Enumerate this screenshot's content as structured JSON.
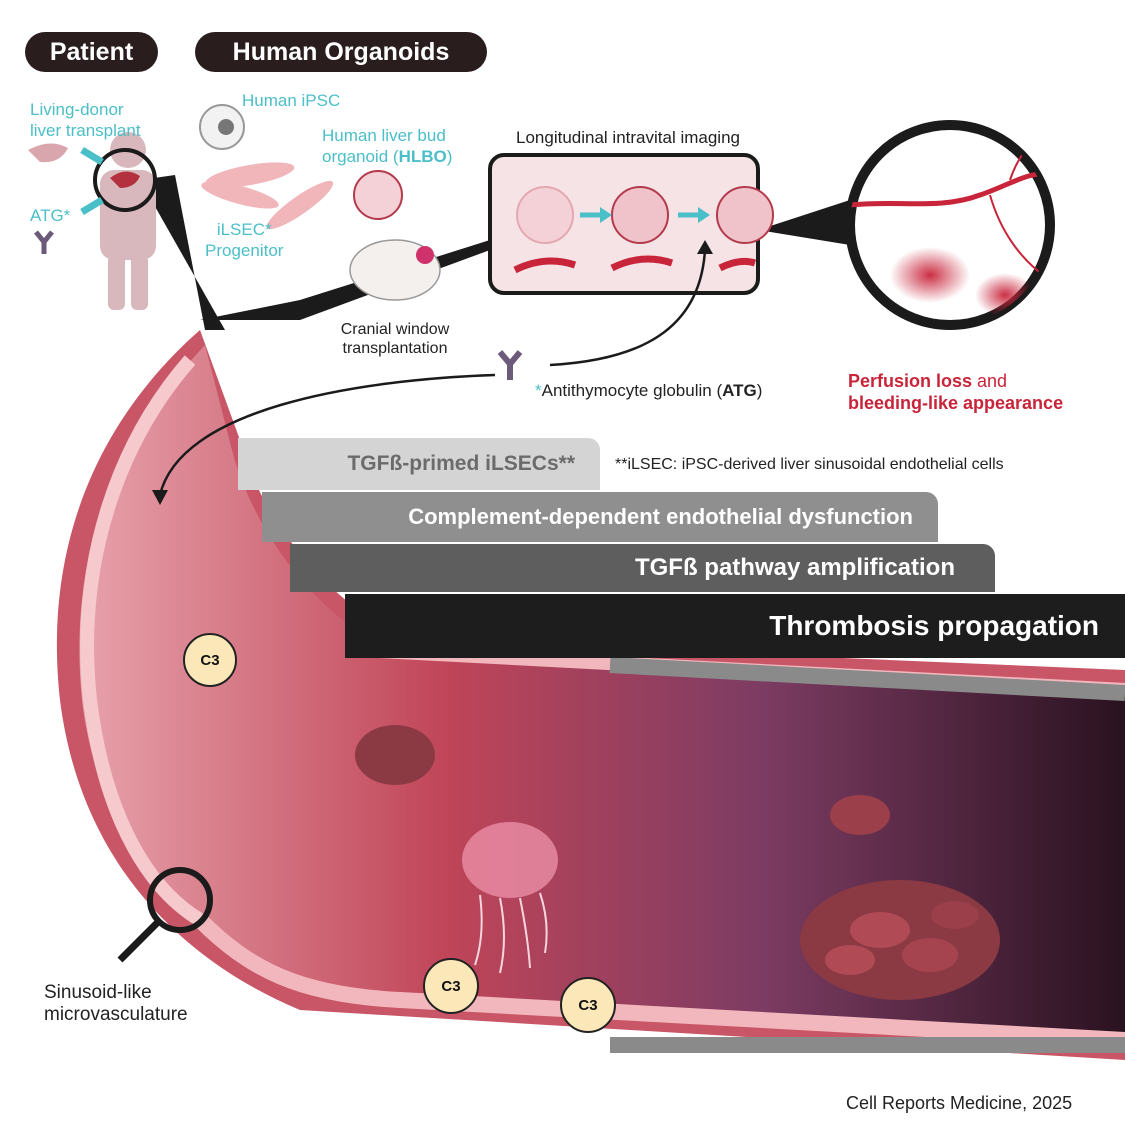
{
  "header": {
    "patient_label": "Patient",
    "organoids_label": "Human Organoids"
  },
  "patient": {
    "transplant_label_line1": "Living-donor",
    "transplant_label_line2": "liver transplant",
    "atg_label": "ATG*"
  },
  "organoids": {
    "ipsc_label": "Human iPSC",
    "hlbo_line1": "Human liver bud",
    "hlbo_line2_prefix": "organoid (",
    "hlbo_line2_bold": "HLBO",
    "hlbo_line2_suffix": ")",
    "ilsec_line1": "iLSEC*",
    "ilsec_line2": "Progenitor",
    "cranial_line1": "Cranial window",
    "cranial_line2": "transplantation"
  },
  "imaging": {
    "title": "Longitudinal intravital imaging"
  },
  "atg_note": {
    "asterisk": "*",
    "text_prefix": "Antithymocyte globulin (",
    "text_bold": "ATG",
    "text_suffix": ")"
  },
  "outcome": {
    "line1_bold": "Perfusion loss",
    "line1_rest": " and",
    "line2": "bleeding-like appearance"
  },
  "steps": [
    {
      "label": "TGFß-primed iLSECs**",
      "color": "#d4d4d4",
      "text_color": "#6b6b6b"
    },
    {
      "label": "Complement-dependent endothelial dysfunction",
      "color": "#8f8f8f",
      "text_color": "#ffffff"
    },
    {
      "label": "TGFß pathway amplification",
      "color": "#5e5e5e",
      "text_color": "#ffffff"
    },
    {
      "label": "Thrombosis propagation",
      "color": "#1d1d1d",
      "text_color": "#ffffff"
    }
  ],
  "footnote": "**iLSEC: iPSC-derived liver sinusoidal endothelial cells",
  "vessel": {
    "c3_label": "C3",
    "sinusoid_line1": "Sinusoid-like",
    "sinusoid_line2": "microvasculature"
  },
  "citation": "Cell Reports Medicine, 2025",
  "colors": {
    "teal": "#4bbfc7",
    "vessel_red": "#c8243a",
    "pink_wall": "#d9707c",
    "pill_bg": "#2a1d1d"
  }
}
